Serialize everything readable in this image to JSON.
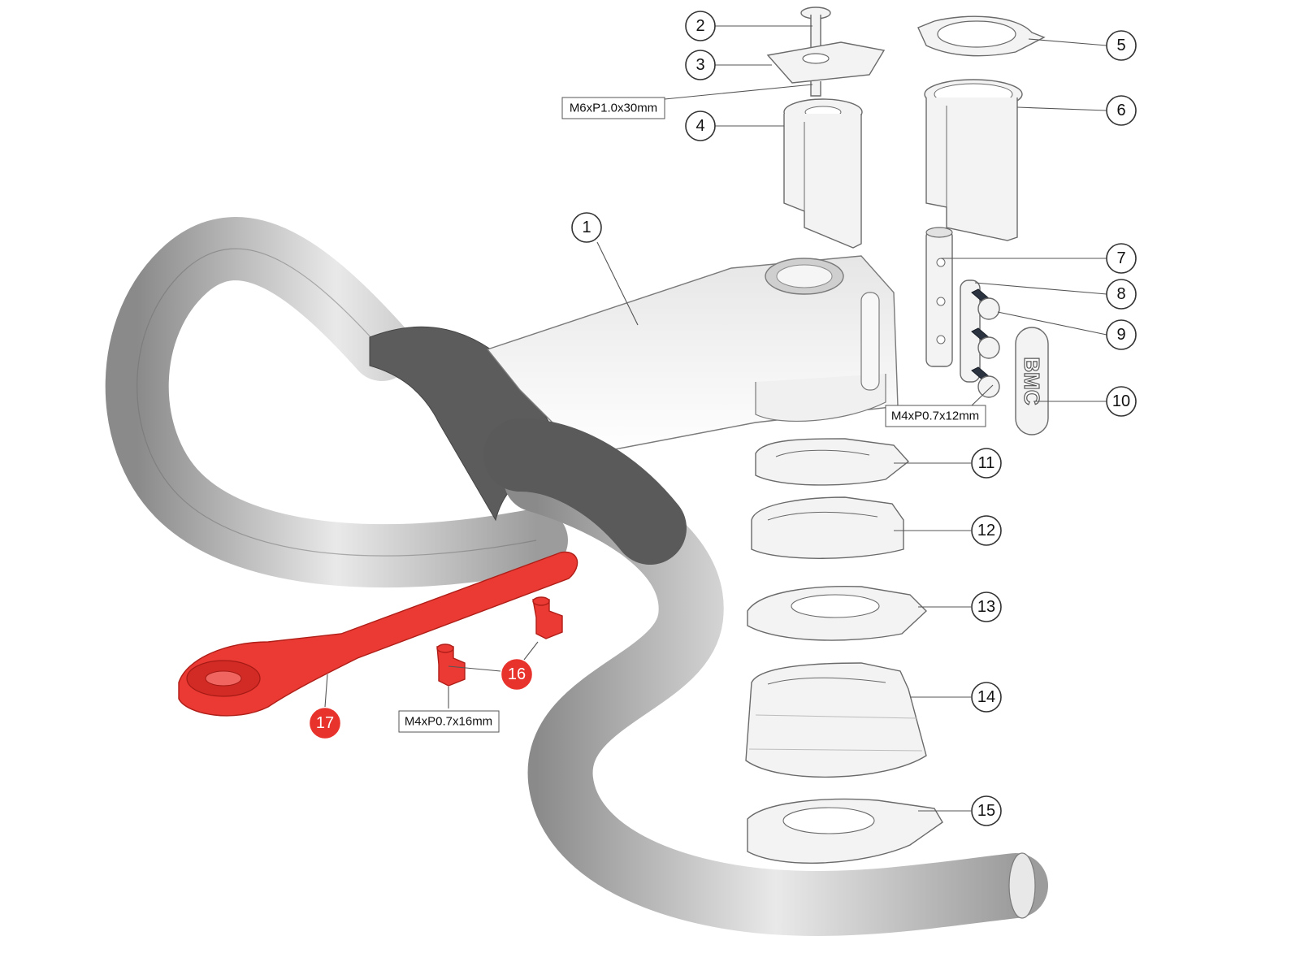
{
  "callouts": [
    {
      "id": "1",
      "label": "1",
      "highlight": false
    },
    {
      "id": "2",
      "label": "2",
      "highlight": false
    },
    {
      "id": "3",
      "label": "3",
      "highlight": false
    },
    {
      "id": "4",
      "label": "4",
      "highlight": false
    },
    {
      "id": "5",
      "label": "5",
      "highlight": false
    },
    {
      "id": "6",
      "label": "6",
      "highlight": false
    },
    {
      "id": "7",
      "label": "7",
      "highlight": false
    },
    {
      "id": "8",
      "label": "8",
      "highlight": false
    },
    {
      "id": "9",
      "label": "9",
      "highlight": false
    },
    {
      "id": "10",
      "label": "10",
      "highlight": false
    },
    {
      "id": "11",
      "label": "11",
      "highlight": false
    },
    {
      "id": "12",
      "label": "12",
      "highlight": false
    },
    {
      "id": "13",
      "label": "13",
      "highlight": false
    },
    {
      "id": "14",
      "label": "14",
      "highlight": false
    },
    {
      "id": "15",
      "label": "15",
      "highlight": false
    },
    {
      "id": "16",
      "label": "16",
      "highlight": true
    },
    {
      "id": "17",
      "label": "17",
      "highlight": true
    }
  ],
  "specs": {
    "m6": "M6xP1.0x30mm",
    "m4_12": "M4xP0.7x12mm",
    "m4_16": "M4xP0.7x16mm"
  },
  "logo_text": "BMC",
  "colors": {
    "highlight": "#e8322c",
    "bar_dark": "#5e5e5e",
    "bar_light": "#d9d9d9"
  }
}
